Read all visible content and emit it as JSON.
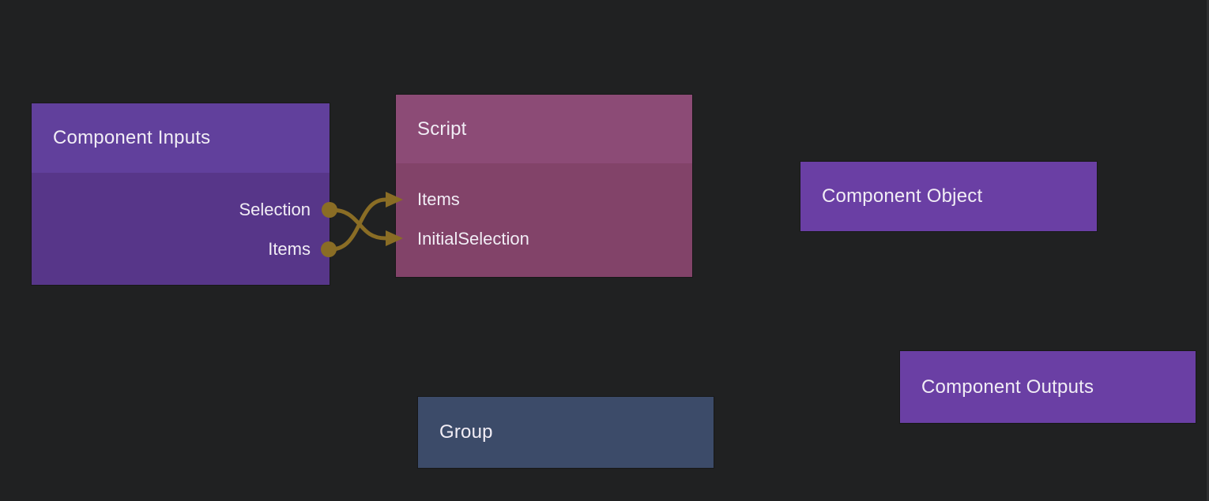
{
  "canvas": {
    "background": "#202122",
    "wire_color": "#8a6d25",
    "text_color": "#f1edf5"
  },
  "nodes": [
    {
      "id": "component-inputs",
      "title": "Component Inputs",
      "header_color": "#61409c",
      "body_color": "#573689",
      "outputs": [
        {
          "name": "Selection"
        },
        {
          "name": "Items"
        }
      ]
    },
    {
      "id": "script",
      "title": "Script",
      "header_color": "#8c4b76",
      "body_color": "#824369",
      "inputs": [
        {
          "name": "Items"
        },
        {
          "name": "InitialSelection"
        }
      ]
    },
    {
      "id": "component-object",
      "title": "Component Object",
      "header_color": "#6a3fa4"
    },
    {
      "id": "component-outputs",
      "title": "Component Outputs",
      "header_color": "#6a3fa4"
    },
    {
      "id": "group",
      "title": "Group",
      "header_color": "#3c4b69"
    }
  ],
  "connections": [
    {
      "from": "Component Inputs / Selection",
      "to": "Script / InitialSelection"
    },
    {
      "from": "Component Inputs / Items",
      "to": "Script / Items"
    }
  ]
}
